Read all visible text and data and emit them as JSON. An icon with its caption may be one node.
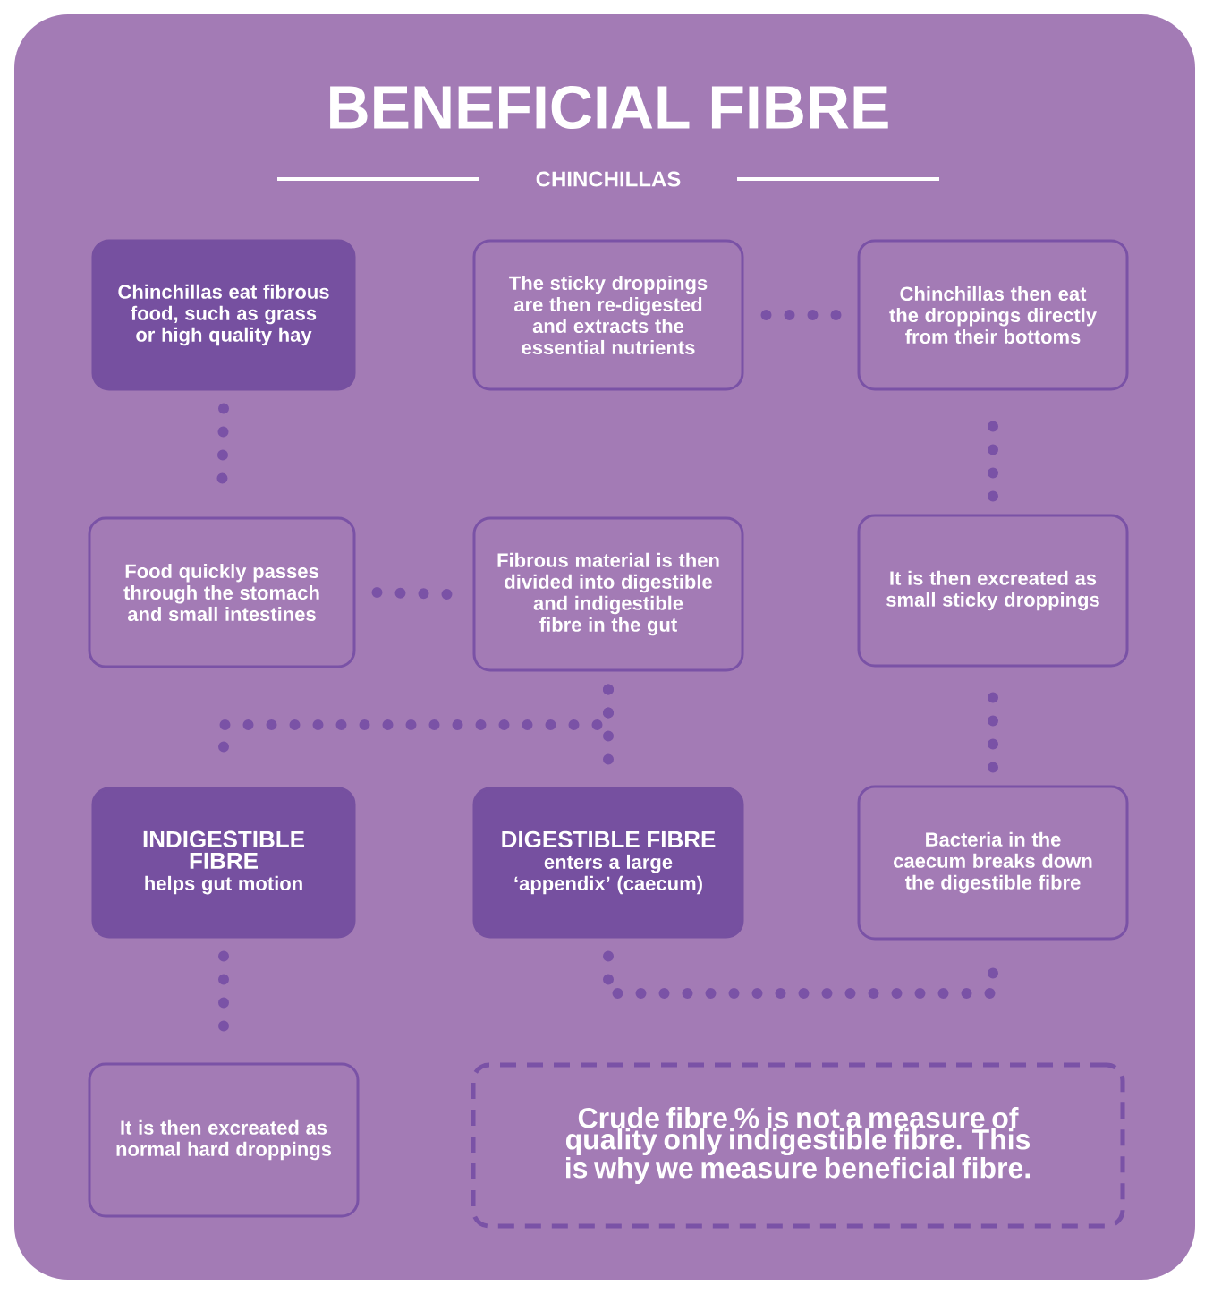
{
  "diagram": {
    "title": "BENEFICIAL FIBRE",
    "nodes": [
      {
        "text": [
          "Chinchillas eat fibrous food, such as grass or high quality hay"
        ]
      },
      {
        "text": [
          "The sticky droppings are then re-digested and extracts the essential nutrients"
        ]
      },
      {
        "text": [
          "Chinchillas then eat the droppings directly from their bottoms"
        ]
      },
      {
        "text": [
          "Food quickly passes through the stomach and small intestines"
        ]
      },
      {
        "text": [
          "Fibrous material is then divided into digestible and indigestible fibre in the gut"
        ]
      },
      {
        "text": [
          "It is then excreated as small sticky droppings"
        ]
      },
      {
        "text": [
          "INDIGESTIBLE FIBRE",
          "helps gut motion"
        ]
      },
      {
        "text": [
          "DIGESTIBLE FIBRE",
          "enters a large ‘appendix’ (caecum)"
        ]
      },
      {
        "text": [
          "Bacteria in the caecum breaks down the digestible fibre"
        ]
      },
      {
        "text": [
          "It is then excreated as normal hard droppings"
        ]
      },
      {
        "text": [
          "Crude fibre % is not a measure of quality only indigestible fibre. This is why we measure beneficial fibre."
        ]
      }
    ],
    "edges": [
      {
        "from": 0,
        "to": 3,
        "arrow": "none"
      },
      {
        "from": 3,
        "to": 4,
        "arrow": "none"
      },
      {
        "from": 4,
        "to": 6,
        "arrow": "none"
      },
      {
        "from": 4,
        "to": 7,
        "arrow": "none"
      },
      {
        "from": 6,
        "to": 9,
        "arrow": "none"
      },
      {
        "from": 7,
        "to": 8,
        "arrow": "none"
      },
      {
        "from": 8,
        "to": 5,
        "arrow": "none"
      },
      {
        "from": 5,
        "to": 2,
        "arrow": "none"
      },
      {
        "from": 2,
        "to": 1,
        "arrow": "none"
      }
    ],
    "labels": [
      "CHINCHILLAS"
    ]
  }
}
